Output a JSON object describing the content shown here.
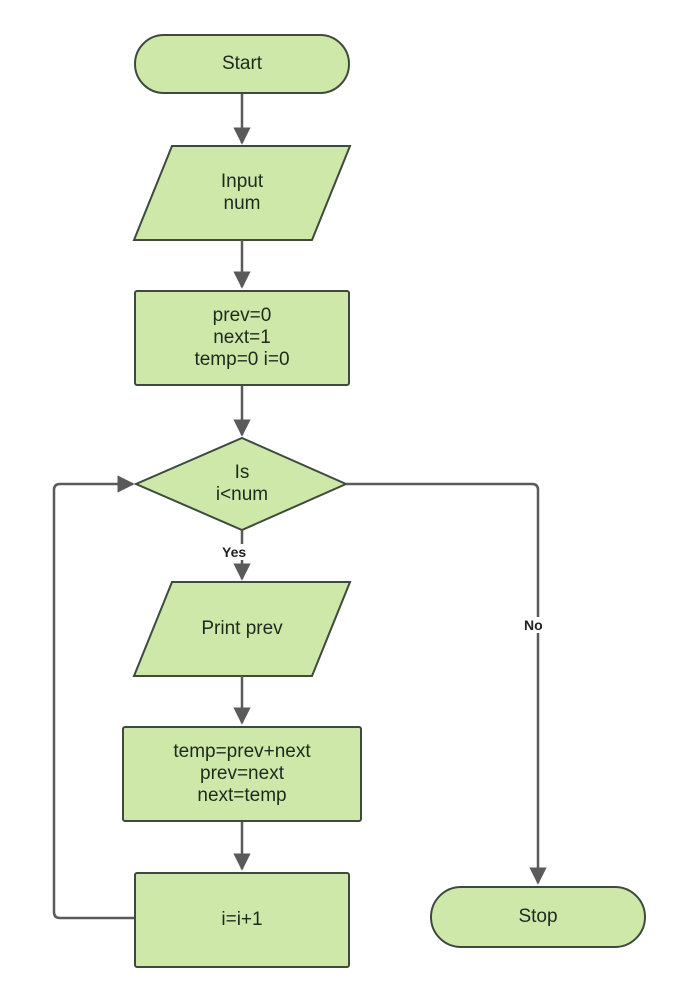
{
  "nodes": {
    "start": "Start",
    "input": "Input\nnum",
    "init": "prev=0\nnext=1\ntemp=0    i=0",
    "decision": "Is\ni<num",
    "print": "Print prev",
    "update": "temp=prev+next\nprev=next\nnext=temp",
    "increment": "i=i+1",
    "stop": "Stop"
  },
  "edges": {
    "yes_label": "Yes",
    "no_label": "No"
  },
  "colors": {
    "fill": "#cde8a8",
    "stroke": "#3f4a3f",
    "connector": "#5a5a5a"
  }
}
